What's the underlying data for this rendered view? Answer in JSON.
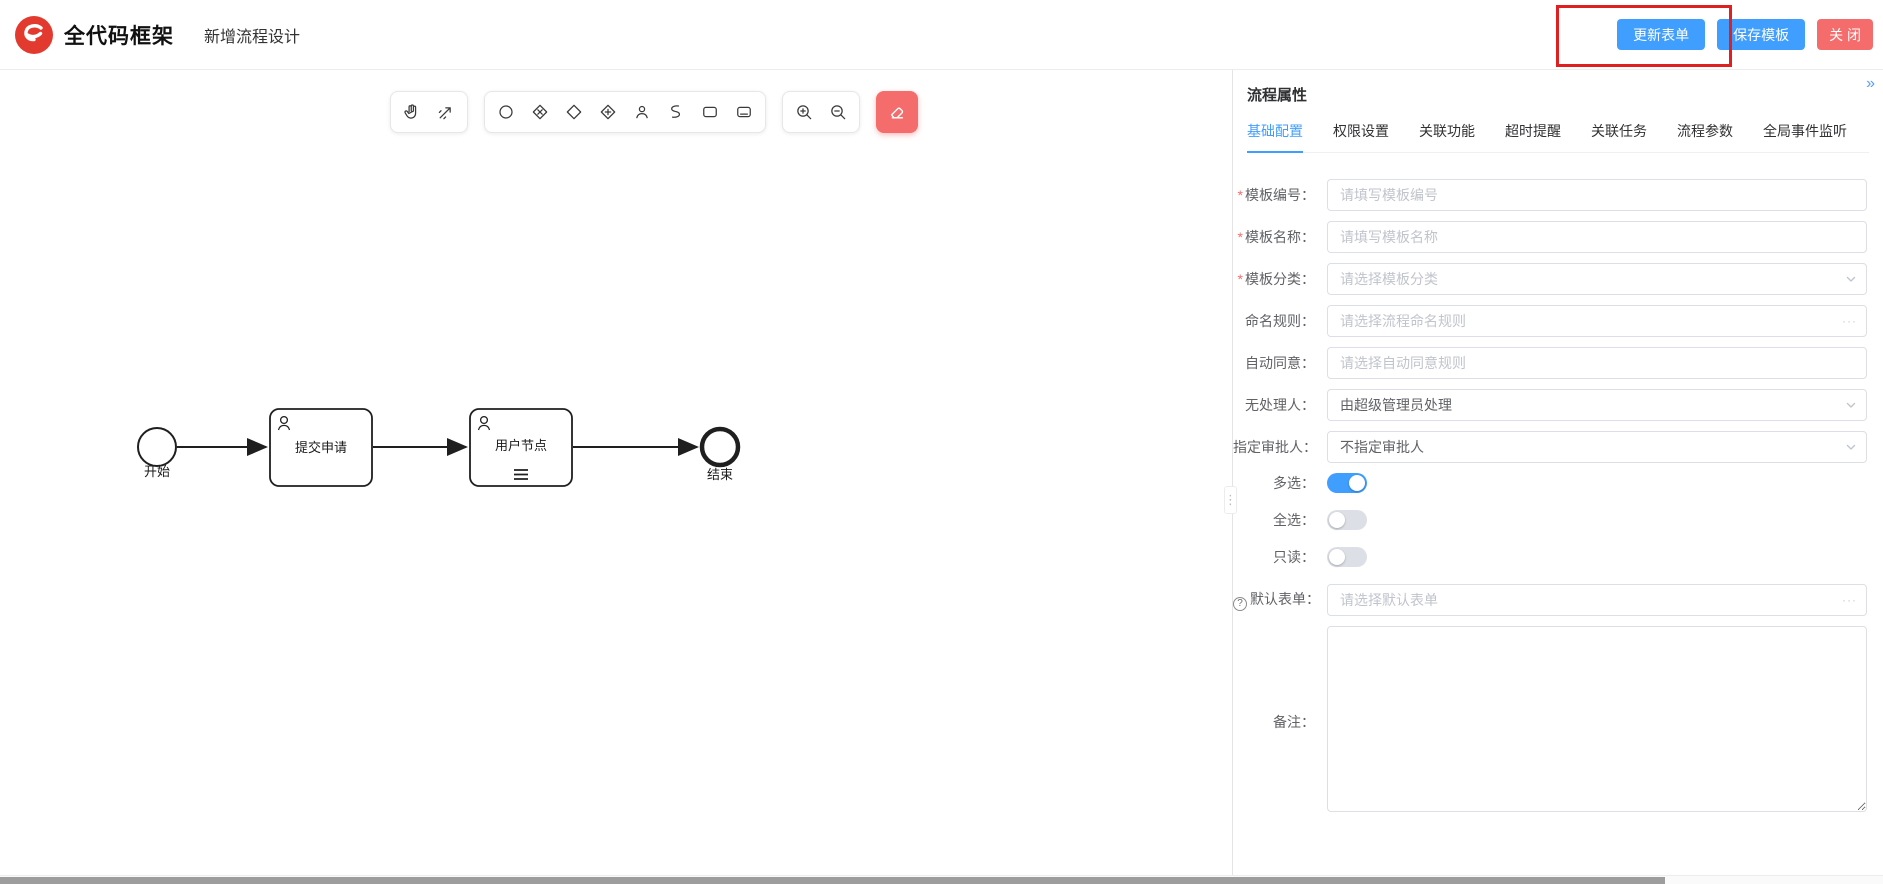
{
  "header": {
    "brand": "全代码框架",
    "page_title": "新增流程设计",
    "update_form_button": "更新表单",
    "save_template_button": "保存模板",
    "close_button": "关 闭"
  },
  "toolbar": {
    "tools": [
      "hand-tool",
      "connect-tool",
      "start-event-tool",
      "exclusive-gateway-tool",
      "gateway-tool",
      "parallel-gateway-tool",
      "user-task-tool",
      "script-task-tool",
      "task-tool",
      "subprocess-tool",
      "zoom-in-tool",
      "zoom-out-tool",
      "clear-canvas-tool"
    ]
  },
  "canvas": {
    "nodes": [
      {
        "id": "start",
        "type": "start-event",
        "label": "开始"
      },
      {
        "id": "task1",
        "type": "user-task",
        "label": "提交申请"
      },
      {
        "id": "task2",
        "type": "user-task",
        "label": "用户节点"
      },
      {
        "id": "end",
        "type": "end-event",
        "label": "结束"
      }
    ]
  },
  "panel": {
    "title": "流程属性",
    "collapse_icon": "»",
    "required_mark": "*",
    "more_icon": "···",
    "help_icon": "?",
    "resize_handle_icon": "⋮",
    "tabs": [
      {
        "label": "基础配置",
        "active": true
      },
      {
        "label": "权限设置",
        "active": false
      },
      {
        "label": "关联功能",
        "active": false
      },
      {
        "label": "超时提醒",
        "active": false
      },
      {
        "label": "关联任务",
        "active": false
      },
      {
        "label": "流程参数",
        "active": false
      },
      {
        "label": "全局事件监听",
        "active": false
      }
    ],
    "fields": [
      {
        "label": "模板编号：",
        "required": true,
        "type": "input",
        "placeholder": "请填写模板编号"
      },
      {
        "label": "模板名称：",
        "required": true,
        "type": "input",
        "placeholder": "请填写模板名称"
      },
      {
        "label": "模板分类：",
        "required": true,
        "type": "select",
        "placeholder": "请选择模板分类"
      },
      {
        "label": "命名规则：",
        "required": false,
        "type": "input",
        "placeholder": "请选择流程命名规则"
      },
      {
        "label": "自动同意：",
        "required": false,
        "type": "input",
        "placeholder": "请选择自动同意规则"
      },
      {
        "label": "无处理人：",
        "required": false,
        "type": "select",
        "value": "由超级管理员处理"
      },
      {
        "label": "指定审批人：",
        "required": false,
        "type": "select",
        "value": "不指定审批人"
      },
      {
        "label": "多选：",
        "required": false,
        "type": "switch",
        "value": true
      },
      {
        "label": "全选：",
        "required": false,
        "type": "switch",
        "value": false
      },
      {
        "label": "只读：",
        "required": false,
        "type": "switch",
        "value": false
      },
      {
        "label": "默认表单：",
        "required": false,
        "type": "input",
        "placeholder": "请选择默认表单",
        "help": true
      },
      {
        "label": "备注：",
        "required": false,
        "type": "textarea",
        "value": ""
      }
    ]
  },
  "colors": {
    "primary": "#409eff",
    "danger": "#f56c6c",
    "highlight_box": "#e02020",
    "switch_on": "#409eff",
    "switch_off": "#dcdfe6"
  }
}
